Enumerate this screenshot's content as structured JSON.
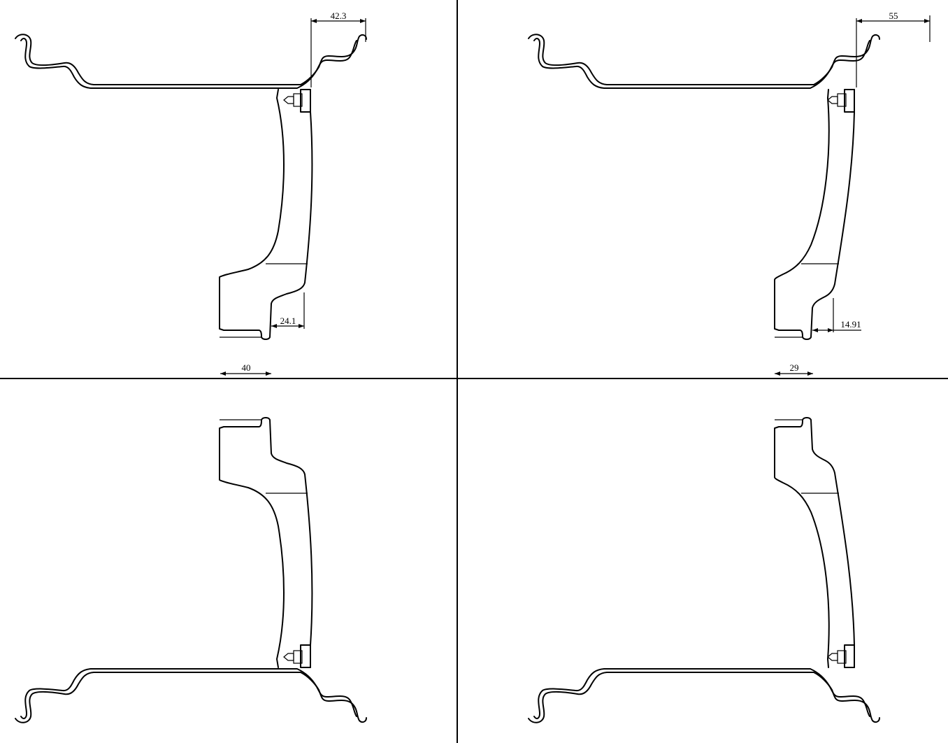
{
  "dimensions": {
    "left_rim_offset": "42.3",
    "left_hub_offset": "24.1",
    "left_hub_width": "40",
    "right_rim_offset": "55",
    "right_hub_offset": "14.91",
    "right_hub_width": "29"
  },
  "colors": {
    "line": "#000000",
    "background": "#ffffff"
  }
}
